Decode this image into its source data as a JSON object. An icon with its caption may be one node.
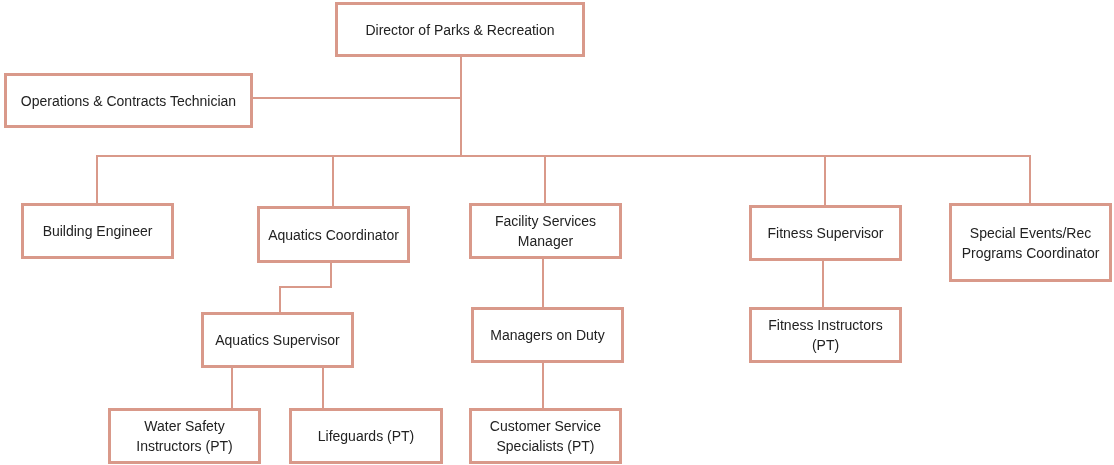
{
  "diagram": {
    "nodes": [
      {
        "text": [
          "Director of Parks & Recreation"
        ]
      },
      {
        "text": [
          "Operations & Contracts Technician"
        ]
      },
      {
        "text": [
          "Building Engineer"
        ]
      },
      {
        "text": [
          "Aquatics Coordinator"
        ]
      },
      {
        "text": [
          "Facility Services Manager"
        ]
      },
      {
        "text": [
          "Fitness Supervisor"
        ]
      },
      {
        "text": [
          "Special Events/Rec Programs Coordinator"
        ]
      },
      {
        "text": [
          "Aquatics Supervisor"
        ]
      },
      {
        "text": [
          "Managers on Duty"
        ]
      },
      {
        "text": [
          "Fitness Instructors (PT)"
        ]
      },
      {
        "text": [
          "Water Safety Instructors (PT)"
        ]
      },
      {
        "text": [
          "Lifeguards (PT)"
        ]
      },
      {
        "text": [
          "Customer Service Specialists (PT)"
        ]
      }
    ],
    "edges": [
      {
        "from": 0,
        "to": 1,
        "arrow": "none"
      },
      {
        "from": 0,
        "to": 2,
        "arrow": "none"
      },
      {
        "from": 0,
        "to": 3,
        "arrow": "none"
      },
      {
        "from": 0,
        "to": 4,
        "arrow": "none"
      },
      {
        "from": 0,
        "to": 5,
        "arrow": "none"
      },
      {
        "from": 0,
        "to": 6,
        "arrow": "none"
      },
      {
        "from": 3,
        "to": 7,
        "arrow": "none"
      },
      {
        "from": 4,
        "to": 8,
        "arrow": "none"
      },
      {
        "from": 5,
        "to": 9,
        "arrow": "none"
      },
      {
        "from": 7,
        "to": 10,
        "arrow": "none"
      },
      {
        "from": 7,
        "to": 11,
        "arrow": "none"
      },
      {
        "from": 8,
        "to": 12,
        "arrow": "none"
      }
    ]
  }
}
